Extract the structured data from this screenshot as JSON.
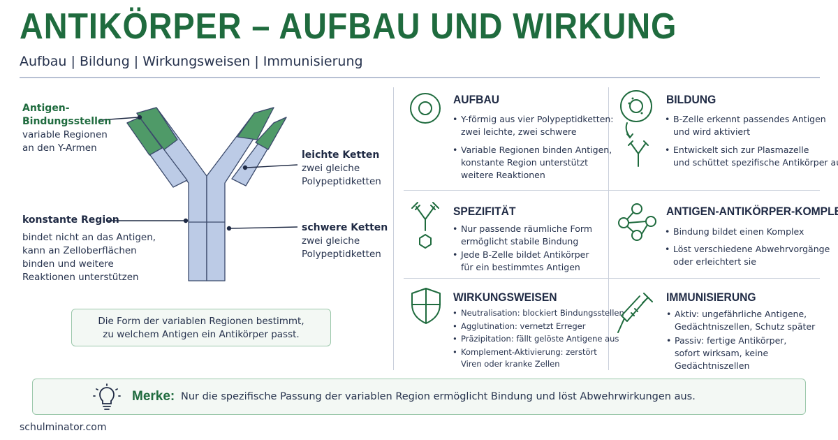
{
  "header": {
    "title": "ANTIKÖRPER – AUFBAU UND WIRKUNG",
    "subtitle": "Aufbau | Bildung | Wirkungsweisen | Immunisierung"
  },
  "diagram": {
    "binding_sites_title_1": "Antigen-",
    "binding_sites_title_2": "Bindungsstellen",
    "binding_sites_desc_1": "variable Regionen",
    "binding_sites_desc_2": "an den Y-Armen",
    "constant_title": "konstante Region",
    "constant_desc_1": "bindet nicht an das Antigen,",
    "constant_desc_2": "kann an Zelloberflächen",
    "constant_desc_3": "binden und weitere",
    "constant_desc_4": "Reaktionen unterstützen",
    "light_title": "leichte Ketten",
    "light_desc_1": "zwei gleiche",
    "light_desc_2": "Polypeptidketten",
    "heavy_title": "schwere Ketten",
    "heavy_desc_1": "zwei gleiche",
    "heavy_desc_2": "Polypeptidketten",
    "note_1": "Die Form der variablen Regionen bestimmt,",
    "note_2": "zu welchem Antigen ein Antikörper passt."
  },
  "cards": {
    "aufbau": {
      "title": "AUFBAU",
      "b1_1": "Y-förmig aus vier Polypeptidketten:",
      "b1_2": "zwei leichte, zwei schwere",
      "b2_1": "Variable Regionen binden Antigen,",
      "b2_2": "konstante Region unterstützt",
      "b2_3": "weitere Reaktionen"
    },
    "bildung": {
      "title": "BILDUNG",
      "b1_1": "B-Zelle erkennt passendes Antigen",
      "b1_2": "und wird aktiviert",
      "b2_1": "Entwickelt sich zur Plasmazelle",
      "b2_2": "und schüttet spezifische Antikörper aus"
    },
    "spezifitaet": {
      "title": "SPEZIFITÄT",
      "b1_1": "Nur passende räumliche Form",
      "b1_2": "ermöglicht stabile Bindung",
      "b2_1": "Jede B-Zelle bildet Antikörper",
      "b2_2": "für ein bestimmtes Antigen"
    },
    "komplex": {
      "title": "ANTIGEN-ANTIKÖRPER-KOMPLEX",
      "b1_1": "Bindung bildet einen Komplex",
      "b2_1": "Löst verschiedene Abwehrvorgänge",
      "b2_2": "oder erleichtert sie"
    },
    "wirkungsweisen": {
      "title": "WIRKUNGSWEISEN",
      "b1": "Neutralisation: blockiert Bindungsstellen",
      "b2": "Agglutination: vernetzt Erreger",
      "b3": "Präzipitation: fällt gelöste Antigene aus",
      "b4_1": "Komplement-Aktivierung: zerstört",
      "b4_2": "Viren oder kranke Zellen"
    },
    "immunisierung": {
      "title": "IMMUNISIERUNG",
      "b1_1": "Aktiv: ungefährliche Antigene,",
      "b1_2": "Gedächtniszellen, Schutz später",
      "b2_1": "Passiv: fertige Antikörper,",
      "b2_2": "sofort wirksam, keine",
      "b2_3": "Gedächtniszellen"
    }
  },
  "merke": {
    "label": "Merke:",
    "text": "Nur die spezifische Passung der variablen Region ermöglicht Bindung und löst Abwehrwirkungen aus."
  },
  "footer": {
    "source": "schulminator.com"
  },
  "icons": [
    "cell-icon",
    "b-cell-icon",
    "antibody-antigen-icon",
    "network-icon",
    "shield-icon",
    "syringe-icon",
    "lightbulb-icon"
  ],
  "colors": {
    "green": "#1f6b3e",
    "green_light": "#4f9a68",
    "blue_light": "#bccbe6",
    "navy": "#1f2a44"
  }
}
